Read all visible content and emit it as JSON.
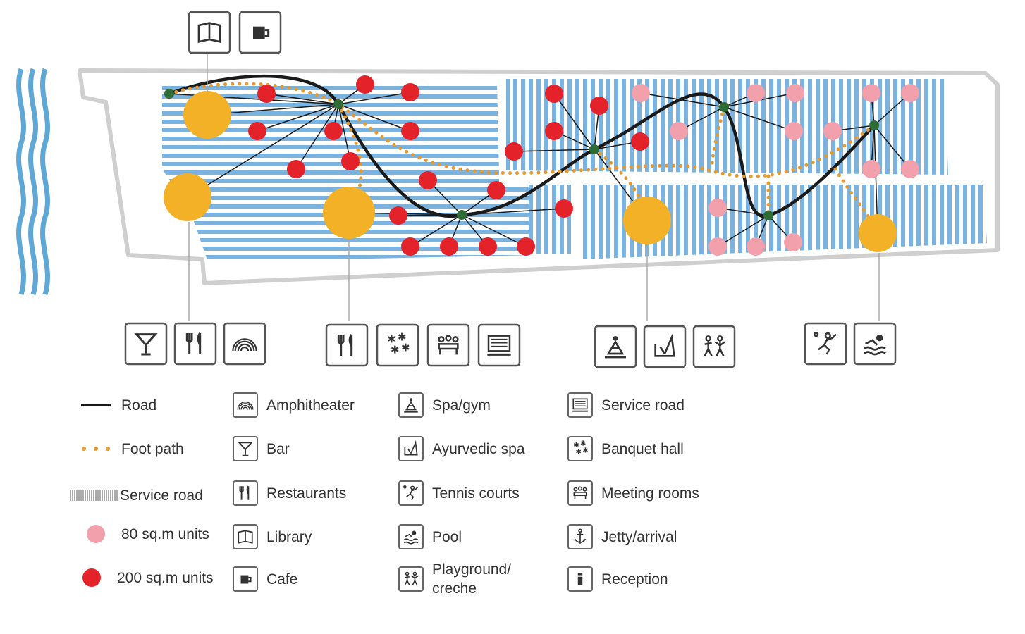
{
  "legend": {
    "col1": [
      {
        "key": "road",
        "label": "Road",
        "color": "#1a1a1a"
      },
      {
        "key": "footpath",
        "label": "Foot path",
        "color": "#e69a2e"
      },
      {
        "key": "service-road-pattern",
        "label": "Service road",
        "color": "#999999"
      },
      {
        "key": "unit80",
        "label": "80 sq.m units",
        "color": "#f2a0ab"
      },
      {
        "key": "unit200",
        "label": "200 sq.m units",
        "color": "#e3222a"
      }
    ],
    "col2": [
      {
        "icon": "amphitheater-icon",
        "label": "Amphitheater"
      },
      {
        "icon": "bar-icon",
        "label": "Bar"
      },
      {
        "icon": "restaurant-icon",
        "label": "Restaurants"
      },
      {
        "icon": "library-icon",
        "label": "Library"
      },
      {
        "icon": "cafe-icon",
        "label": "Cafe"
      }
    ],
    "col3": [
      {
        "icon": "spa-gym-icon",
        "label": "Spa/gym"
      },
      {
        "icon": "ayurvedic-spa-icon",
        "label": "Ayurvedic spa"
      },
      {
        "icon": "tennis-icon",
        "label": "Tennis courts"
      },
      {
        "icon": "pool-icon",
        "label": "Pool"
      },
      {
        "icon": "playground-icon",
        "label": "Playground/ creche"
      }
    ],
    "col4": [
      {
        "icon": "service-road-icon",
        "label": "Service road"
      },
      {
        "icon": "banquet-hall-icon",
        "label": "Banquet hall"
      },
      {
        "icon": "meeting-rooms-icon",
        "label": "Meeting rooms"
      },
      {
        "icon": "jetty-icon",
        "label": "Jetty/arrival"
      },
      {
        "icon": "reception-icon",
        "label": "Reception"
      }
    ]
  },
  "callouts": {
    "top": [
      "library-icon",
      "cafe-icon"
    ],
    "group1": [
      "bar-icon",
      "restaurant-icon",
      "amphitheater-icon"
    ],
    "group2": [
      "restaurant-icon",
      "banquet-hall-icon",
      "meeting-rooms-icon",
      "service-road-icon"
    ],
    "group3": [
      "spa-gym-icon",
      "ayurvedic-spa-icon",
      "playground-icon"
    ],
    "group4": [
      "tennis-icon",
      "pool-icon"
    ]
  },
  "colors": {
    "water": "#5fa8d6",
    "service_stripes": "#7ab3e0",
    "site_border": "#cfcfcf",
    "facility": "#f2b127",
    "hub": "#2f6b35",
    "unit200": "#e3222a",
    "unit80": "#f2a0ab",
    "road": "#1a1a1a",
    "footpath": "#e69a2e"
  }
}
